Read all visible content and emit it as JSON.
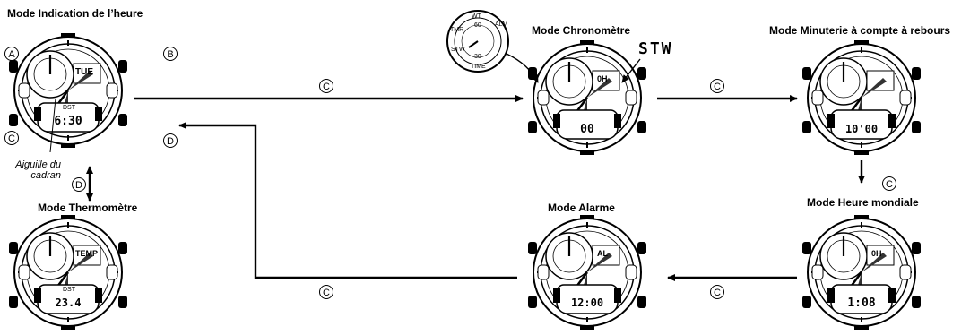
{
  "modes": {
    "timekeeping": {
      "title": "Mode Indication de l’heure",
      "digital": "6:30",
      "dst": "DST",
      "day": "TUE"
    },
    "stopwatch": {
      "title": "Mode Chronomètre",
      "digital": "00",
      "sub": "0H"
    },
    "countdown": {
      "title": "Mode Minuterie à compte à rebours",
      "digital": "10'00"
    },
    "worldtime": {
      "title": "Mode Heure mondiale",
      "digital": "1:08",
      "sub": "0H"
    },
    "alarm": {
      "title": "Mode Alarme",
      "digital": "12:00",
      "sub": "AL"
    },
    "thermometer": {
      "title": "Mode Thermomètre",
      "digital": "23.4",
      "dst": "DST",
      "sub": "TEMP"
    }
  },
  "labels": {
    "button_a": "A",
    "button_b": "B",
    "button_c": "C",
    "button_d": "D",
    "hand_label": "Aiguille du cadran",
    "stw": "STW",
    "dial_wt": "WT",
    "dial_alm": "ALM",
    "dial_tmr": "TMR",
    "dial_stw": "STW",
    "dial_time": "TIME",
    "dial_60": "60",
    "dial_30": "30"
  }
}
